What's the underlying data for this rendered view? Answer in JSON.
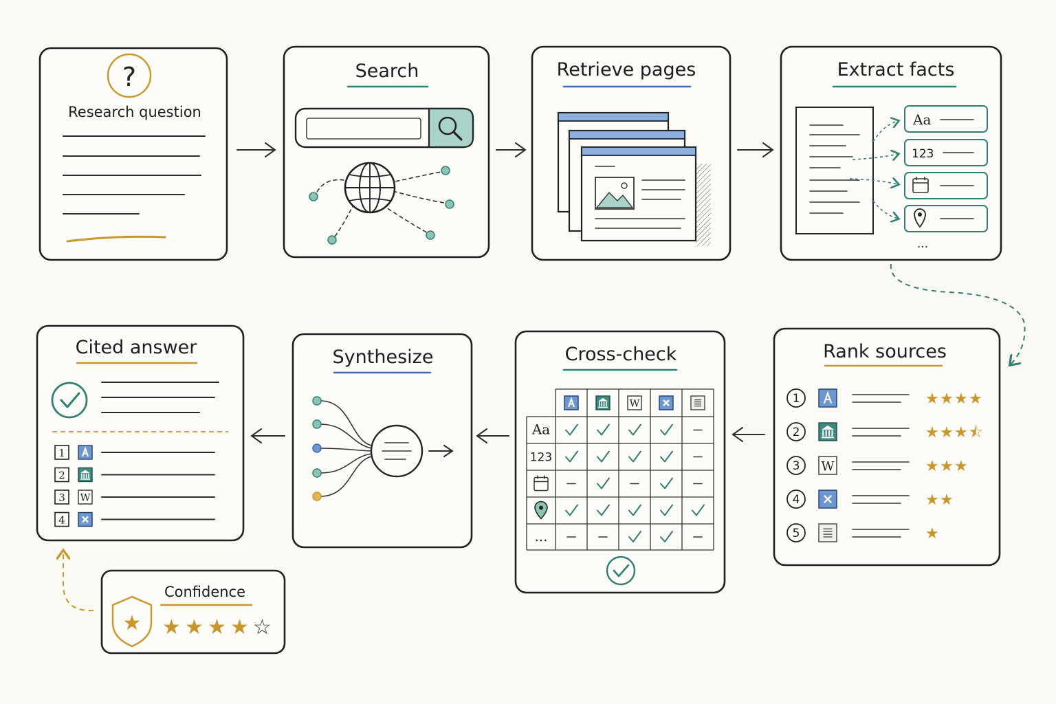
{
  "steps": {
    "research_question": "Research question",
    "search": "Search",
    "retrieve": "Retrieve pages",
    "extract": "Extract facts",
    "rank": "Rank sources",
    "crosscheck": "Cross-check",
    "synthesize": "Synthesize",
    "cited": "Cited answer",
    "confidence": "Confidence"
  },
  "question_mark": "?",
  "extract_fields": [
    "Aa",
    "123"
  ],
  "extract_more": "...",
  "rank_items": [
    {
      "rank": "1",
      "source_icon": "article-icon",
      "rating": 4
    },
    {
      "rank": "2",
      "source_icon": "institution-icon",
      "rating": 3.5
    },
    {
      "rank": "3",
      "source_icon": "wikipedia-icon",
      "rating": 3
    },
    {
      "rank": "4",
      "source_icon": "news-icon",
      "rating": 2
    },
    {
      "rank": "5",
      "source_icon": "document-icon",
      "rating": 1
    }
  ],
  "source_w_letter": "W",
  "crosscheck": {
    "row_labels": [
      "Aa",
      "123",
      "",
      "",
      "..."
    ],
    "row_icons": [
      "",
      "",
      "calendar-icon",
      "location-pin-icon",
      ""
    ],
    "column_icons": [
      "article-icon",
      "institution-icon",
      "wikipedia-icon",
      "news-icon",
      "document-icon"
    ],
    "cells": [
      [
        "check",
        "check",
        "check",
        "check",
        "dash"
      ],
      [
        "check",
        "check",
        "check",
        "check",
        "dash"
      ],
      [
        "dash",
        "check",
        "dash",
        "check",
        "dash"
      ],
      [
        "check",
        "check",
        "check",
        "check",
        "check"
      ],
      [
        "dash",
        "dash",
        "check",
        "check",
        "dash"
      ]
    ]
  },
  "citations": [
    "1",
    "2",
    "3",
    "4"
  ],
  "confidence_rating": 4,
  "confidence_max": 5,
  "colors": {
    "ink": "#1f1f1f",
    "gold": "#c8962a",
    "blue": "#3d6cae",
    "teal": "#2f7f73",
    "paper": "#faf9f4"
  }
}
